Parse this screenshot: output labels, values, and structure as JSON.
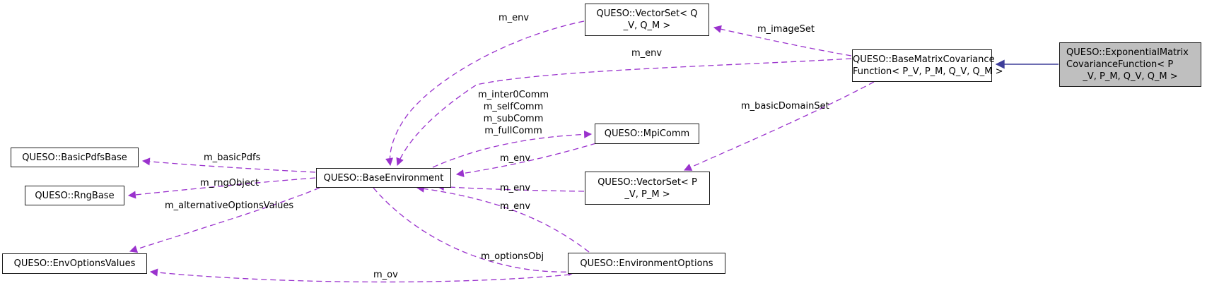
{
  "diagram_type": "collaboration-graph",
  "colors": {
    "background": "#ffffff",
    "edge_dashed": "#9a32cd",
    "edge_solid": "#3d3d99",
    "node_fill": "#ffffff",
    "node_border": "#1c1c1c",
    "highlight_fill": "#bfbfbf",
    "text": "#000000"
  },
  "nodes": [
    {
      "id": "basic-pdfs-base",
      "lines": [
        "QUESO::BasicPdfsBase"
      ]
    },
    {
      "id": "rng-base",
      "lines": [
        "QUESO::RngBase"
      ]
    },
    {
      "id": "env-options-values",
      "lines": [
        "QUESO::EnvOptionsValues"
      ]
    },
    {
      "id": "base-environment",
      "lines": [
        "QUESO::BaseEnvironment"
      ]
    },
    {
      "id": "vector-set-q",
      "lines": [
        "QUESO::VectorSet< Q",
        "_V, Q_M >"
      ]
    },
    {
      "id": "mpi-comm",
      "lines": [
        "QUESO::MpiComm"
      ]
    },
    {
      "id": "vector-set-p",
      "lines": [
        "QUESO::VectorSet< P",
        "_V, P_M >"
      ]
    },
    {
      "id": "environment-options",
      "lines": [
        "QUESO::EnvironmentOptions"
      ]
    },
    {
      "id": "base-matrix-covariance-function",
      "lines": [
        "QUESO::BaseMatrixCovariance",
        "Function< P_V, P_M, Q_V, Q_M >"
      ]
    },
    {
      "id": "exponential-matrix-covariance-function",
      "highlighted": true,
      "lines": [
        "QUESO::ExponentialMatrix",
        "CovarianceFunction< P",
        "_V, P_M, Q_V, Q_M >"
      ]
    }
  ],
  "edges": [
    {
      "from": "vector-set-q",
      "to": "base-environment",
      "label": "m_env",
      "style": "dashed"
    },
    {
      "from": "base-matrix-covariance-function",
      "to": "vector-set-q",
      "label": "m_imageSet",
      "style": "dashed"
    },
    {
      "from": "base-matrix-covariance-function",
      "to": "base-environment",
      "label": "m_env",
      "style": "dashed"
    },
    {
      "from": "exponential-matrix-covariance-function",
      "to": "base-matrix-covariance-function",
      "label": "",
      "style": "solid-inheritance"
    },
    {
      "from": "base-matrix-covariance-function",
      "to": "vector-set-p",
      "label": "m_basicDomainSet",
      "style": "dashed"
    },
    {
      "from": "base-environment",
      "to": "mpi-comm",
      "label_lines": [
        "m_inter0Comm",
        "m_selfComm",
        "m_subComm",
        "m_fullComm"
      ],
      "style": "dashed"
    },
    {
      "from": "mpi-comm",
      "to": "base-environment",
      "label": "m_env",
      "style": "dashed"
    },
    {
      "from": "vector-set-p",
      "to": "base-environment",
      "label": "m_env",
      "style": "dashed"
    },
    {
      "from": "environment-options",
      "to": "base-environment",
      "label": "m_env",
      "style": "dashed"
    },
    {
      "from": "base-environment",
      "to": "basic-pdfs-base",
      "label": "m_basicPdfs",
      "style": "dashed"
    },
    {
      "from": "base-environment",
      "to": "rng-base",
      "label": "m_rngObject",
      "style": "dashed"
    },
    {
      "from": "base-environment",
      "to": "env-options-values",
      "label": "m_alternativeOptionsValues",
      "style": "dashed"
    },
    {
      "from": "base-environment",
      "to": "environment-options",
      "label": "m_optionsObj",
      "style": "dashed"
    },
    {
      "from": "environment-options",
      "to": "env-options-values",
      "label": "m_ov",
      "style": "dashed"
    }
  ]
}
